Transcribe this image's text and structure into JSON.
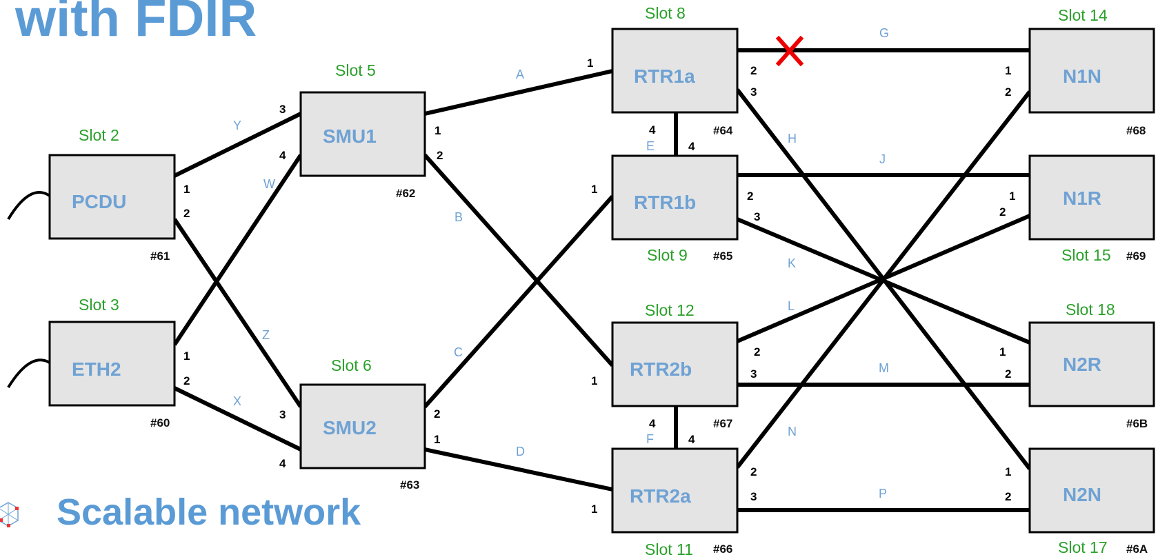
{
  "title_fragment": "with FDIR",
  "bullets": [
    "Scalable network"
  ],
  "colors": {
    "title": "#5b9bd5",
    "node_label": "#6fa2d4",
    "slot_label": "#2aa02a",
    "box_fill": "#e4e4e4",
    "failure_mark": "#ee0000"
  },
  "nodes": [
    {
      "id": "PCDU",
      "slot": "Slot 2",
      "number": "#61"
    },
    {
      "id": "ETH2",
      "slot": "Slot 3",
      "number": "#60"
    },
    {
      "id": "SMU1",
      "slot": "Slot 5",
      "number": "#62"
    },
    {
      "id": "SMU2",
      "slot": "Slot 6",
      "number": "#63"
    },
    {
      "id": "RTR1a",
      "slot": "Slot 8",
      "number": "#64"
    },
    {
      "id": "RTR1b",
      "slot": "Slot 9",
      "number": "#65"
    },
    {
      "id": "RTR2b",
      "slot": "Slot 12",
      "number": "#67"
    },
    {
      "id": "RTR2a",
      "slot": "Slot 11",
      "number": "#66"
    },
    {
      "id": "N1N",
      "slot": "Slot 14",
      "number": "#68"
    },
    {
      "id": "N1R",
      "slot": "Slot 15",
      "number": "#69"
    },
    {
      "id": "N2R",
      "slot": "Slot 18",
      "number": "#6B"
    },
    {
      "id": "N2N",
      "slot": "Slot 17",
      "number": "#6A"
    }
  ],
  "links": [
    {
      "label": "Y",
      "from": "PCDU",
      "from_port": "1",
      "to": "SMU1",
      "to_port": "3"
    },
    {
      "label": "Z",
      "from": "PCDU",
      "from_port": "2",
      "to": "SMU2",
      "to_port": "3"
    },
    {
      "label": "W",
      "from": "ETH2",
      "from_port": "1",
      "to": "SMU1",
      "to_port": "4"
    },
    {
      "label": "X",
      "from": "ETH2",
      "from_port": "2",
      "to": "SMU2",
      "to_port": "4"
    },
    {
      "label": "A",
      "from": "SMU1",
      "from_port": "1",
      "to": "RTR1a",
      "to_port": "1"
    },
    {
      "label": "B",
      "from": "SMU1",
      "from_port": "2",
      "to": "RTR2b",
      "to_port": "1"
    },
    {
      "label": "C",
      "from": "SMU2",
      "from_port": "2",
      "to": "RTR1b",
      "to_port": "1"
    },
    {
      "label": "D",
      "from": "SMU2",
      "from_port": "1",
      "to": "RTR2a",
      "to_port": "1"
    },
    {
      "label": "E",
      "from": "RTR1a",
      "from_port": "4",
      "to": "RTR1b",
      "to_port": "4"
    },
    {
      "label": "F",
      "from": "RTR2b",
      "from_port": "4",
      "to": "RTR2a",
      "to_port": "4"
    },
    {
      "label": "G",
      "from": "RTR1a",
      "from_port": "2",
      "to": "N1N",
      "to_port": "1",
      "failed": true
    },
    {
      "label": "H",
      "from": "RTR1a",
      "from_port": "3",
      "to": "N2N",
      "to_port": "1"
    },
    {
      "label": "J",
      "from": "RTR1b",
      "from_port": "2",
      "to": "N1R",
      "to_port": "1"
    },
    {
      "label": "K",
      "from": "RTR1b",
      "from_port": "3",
      "to": "N2R",
      "to_port": "1"
    },
    {
      "label": "L",
      "from": "RTR2b",
      "from_port": "2",
      "to": "N1R",
      "to_port": "2"
    },
    {
      "label": "M",
      "from": "RTR2b",
      "from_port": "3",
      "to": "N2R",
      "to_port": "2"
    },
    {
      "label": "N",
      "from": "RTR2a",
      "from_port": "2",
      "to": "N1N",
      "to_port": "2"
    },
    {
      "label": "P",
      "from": "RTR2a",
      "from_port": "3",
      "to": "N2N",
      "to_port": "2"
    }
  ]
}
